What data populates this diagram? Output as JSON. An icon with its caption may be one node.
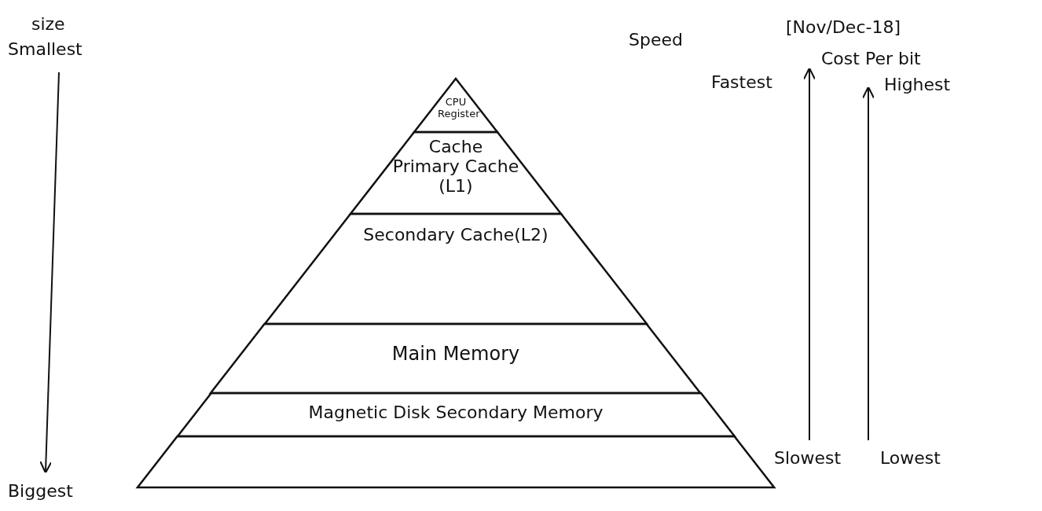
{
  "diagram": {
    "nodes": [
      {
        "text": [
          "CPU Register"
        ]
      },
      {
        "text": [
          "Cache",
          "Primary Cache (L1)"
        ]
      },
      {
        "text": [
          "Secondary Cache(L2)"
        ]
      },
      {
        "text": [
          "Main Memory"
        ]
      },
      {
        "text": [
          "Magnetic Disk Secondary Memory"
        ]
      },
      {
        "text": [],
        "shape": "band"
      }
    ],
    "edges": [],
    "labels": [
      "size",
      "Smallest",
      "Speed",
      "[Nov/Dec-18]",
      "Cost Per bit",
      "Fastest",
      "Highest",
      "Slowest",
      "Lowest",
      "Biggest"
    ]
  }
}
